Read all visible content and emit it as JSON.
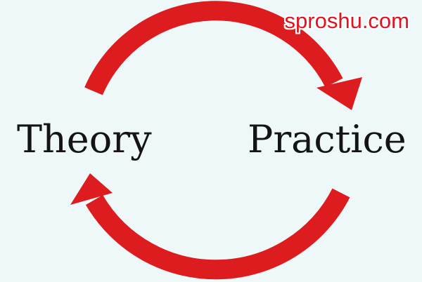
{
  "watermark": "sproshu.com",
  "nodes": {
    "left": "Theory",
    "right": "Practice"
  },
  "colors": {
    "arrow": "#dc1c1f",
    "text": "#141414",
    "background": "#eef8f9",
    "watermark": "#e1131f"
  }
}
